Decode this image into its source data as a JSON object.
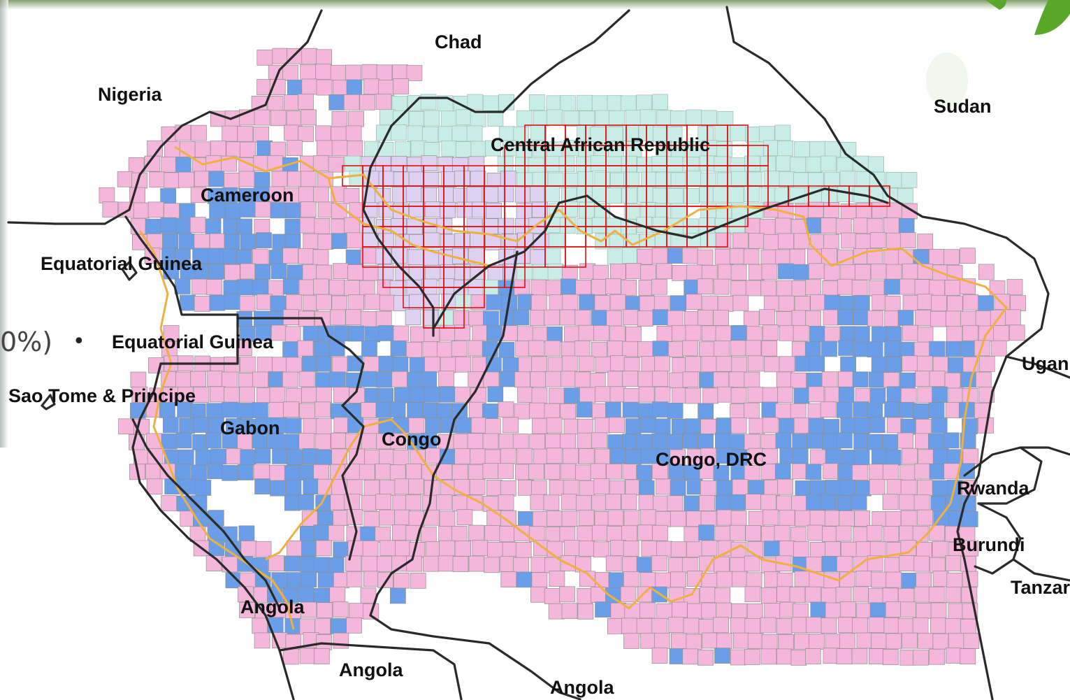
{
  "map": {
    "countries": [
      {
        "id": "chad",
        "name": "Chad"
      },
      {
        "id": "nigeria",
        "name": "Nigeria"
      },
      {
        "id": "sudan",
        "name": "Sudan"
      },
      {
        "id": "car",
        "name": "Central African Republic"
      },
      {
        "id": "cameroon",
        "name": "Cameroon"
      },
      {
        "id": "eqg1",
        "name": "Equatorial Guinea"
      },
      {
        "id": "eqg2",
        "name": "Equatorial Guinea"
      },
      {
        "id": "stp",
        "name": "Sao Tome & Principe"
      },
      {
        "id": "gabon",
        "name": "Gabon"
      },
      {
        "id": "congo",
        "name": "Congo"
      },
      {
        "id": "drc",
        "name": "Congo, DRC"
      },
      {
        "id": "uganda",
        "name": "Ugan"
      },
      {
        "id": "rwanda",
        "name": "Rwanda"
      },
      {
        "id": "burundi",
        "name": "Burundi"
      },
      {
        "id": "tanzania",
        "name": "Tanzar"
      },
      {
        "id": "angola1",
        "name": "Angola"
      },
      {
        "id": "angola2",
        "name": "Angola"
      },
      {
        "id": "angola3",
        "name": "Angola"
      }
    ],
    "clipped_text": "0%)",
    "marker_glyph": "•",
    "colors": {
      "pink_tile": "#f5b6dc",
      "blue_tile": "#6a9ee8",
      "teal_tile": "#c8ede6",
      "lavender_tile": "#ddd0f0",
      "red_outline": "#e01010",
      "border": "#2a2a2a",
      "orange_line": "#f0b040",
      "logo_green": "#5aa82a"
    }
  }
}
